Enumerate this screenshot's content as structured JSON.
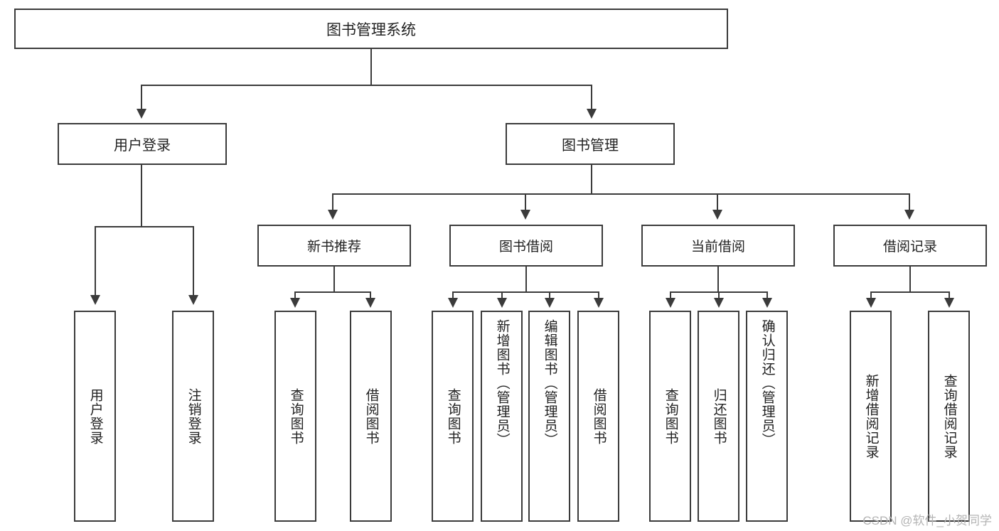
{
  "diagram": {
    "title": "图书管理系统",
    "root": {
      "label": "图书管理系统"
    },
    "level2": [
      {
        "label": "用户登录"
      },
      {
        "label": "图书管理"
      }
    ],
    "level3": [
      {
        "label": "新书推荐"
      },
      {
        "label": "图书借阅"
      },
      {
        "label": "当前借阅"
      },
      {
        "label": "借阅记录"
      }
    ],
    "leaves": {
      "user_login": [
        {
          "label": "用户登录"
        },
        {
          "label": "注销登录"
        }
      ],
      "new_book_recommend": [
        {
          "label": "查询图书"
        },
        {
          "label": "借阅图书"
        }
      ],
      "book_borrow": [
        {
          "label": "查询图书"
        },
        {
          "label": "新增图书（管理员）"
        },
        {
          "label": "编辑图书（管理员）"
        },
        {
          "label": "借阅图书"
        }
      ],
      "current_borrow": [
        {
          "label": "查询图书"
        },
        {
          "label": "归还图书"
        },
        {
          "label": "确认归还（管理员）"
        }
      ],
      "borrow_record": [
        {
          "label": "新增借阅记录"
        },
        {
          "label": "查询借阅记录"
        }
      ]
    }
  },
  "watermark": {
    "text": "CSDN @软件_小贺同学"
  },
  "colors": {
    "stroke": "#3b3b3b",
    "text": "#222222",
    "background": "#ffffff",
    "watermark": "#b4b4b4"
  }
}
